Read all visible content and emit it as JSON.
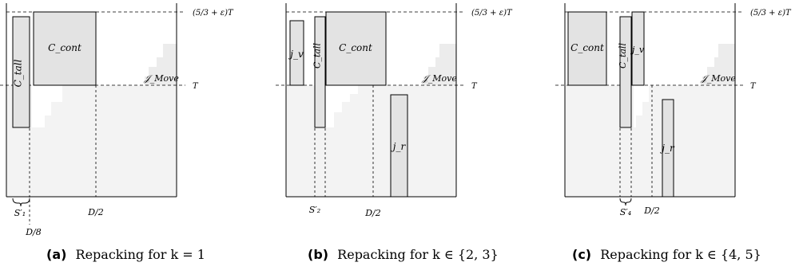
{
  "level_labels": {
    "upper": "(5/3 + ε)T",
    "lower": "T"
  },
  "panels": [
    {
      "id": "a",
      "caption_label": "(a)",
      "caption_text": "Repacking for k = 1",
      "boxes": {
        "c_tall": "C_tall",
        "c_cont": "C_cont",
        "j_move": "𝒥_Move"
      },
      "ticks": {
        "s": "S′₁",
        "d2": "D/2",
        "d8": "D/8"
      }
    },
    {
      "id": "b",
      "caption_label": "(b)",
      "caption_text": "Repacking for k ∈ {2, 3}",
      "boxes": {
        "j_v": "j_v",
        "c_tall": "C_tall",
        "c_cont": "C_cont",
        "j_move": "𝒥_Move",
        "j_r": "j_r"
      },
      "ticks": {
        "s": "S′₂",
        "d2": "D/2"
      }
    },
    {
      "id": "c",
      "caption_label": "(c)",
      "caption_text": "Repacking for k ∈ {4, 5}",
      "boxes": {
        "c_cont": "C_cont",
        "c_tall": "C_tall",
        "j_v": "j_v",
        "j_move": "𝒥_Move",
        "j_r": "j_r"
      },
      "ticks": {
        "s": "S′₄",
        "d2": "D/2"
      }
    }
  ]
}
